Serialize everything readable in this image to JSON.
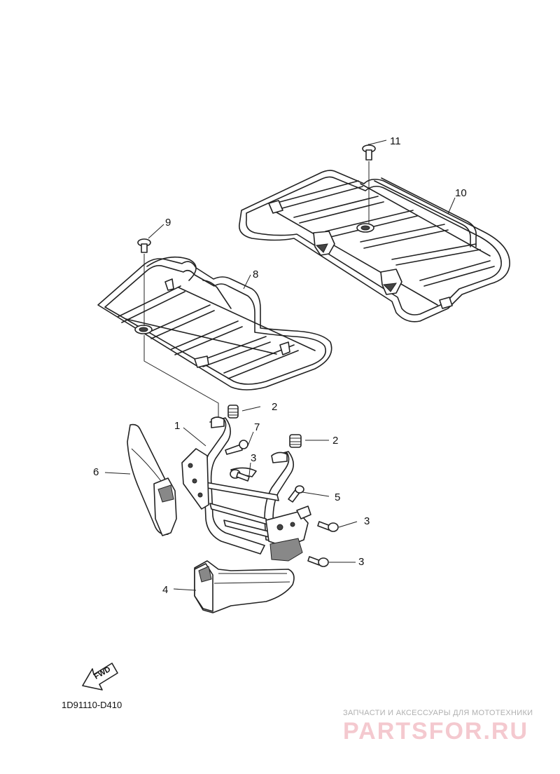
{
  "diagram": {
    "drawing_code": "1D91110-D410",
    "fwd_label": "FWD",
    "watermark": {
      "tagline": "ЗАПЧАСТИ И АКСЕССУАРЫ ДЛЯ МОТОТЕХНИКИ",
      "brand": "PARTSFOR.RU"
    },
    "callouts": [
      {
        "id": "c1",
        "label": "1"
      },
      {
        "id": "c2a",
        "label": "2"
      },
      {
        "id": "c2b",
        "label": "2"
      },
      {
        "id": "c3a",
        "label": "3"
      },
      {
        "id": "c3b",
        "label": "3"
      },
      {
        "id": "c3c",
        "label": "3"
      },
      {
        "id": "c4",
        "label": "4"
      },
      {
        "id": "c5",
        "label": "5"
      },
      {
        "id": "c6",
        "label": "6"
      },
      {
        "id": "c7",
        "label": "7"
      },
      {
        "id": "c8",
        "label": "8"
      },
      {
        "id": "c9",
        "label": "9"
      },
      {
        "id": "c10",
        "label": "10"
      },
      {
        "id": "c11",
        "label": "11"
      }
    ]
  }
}
